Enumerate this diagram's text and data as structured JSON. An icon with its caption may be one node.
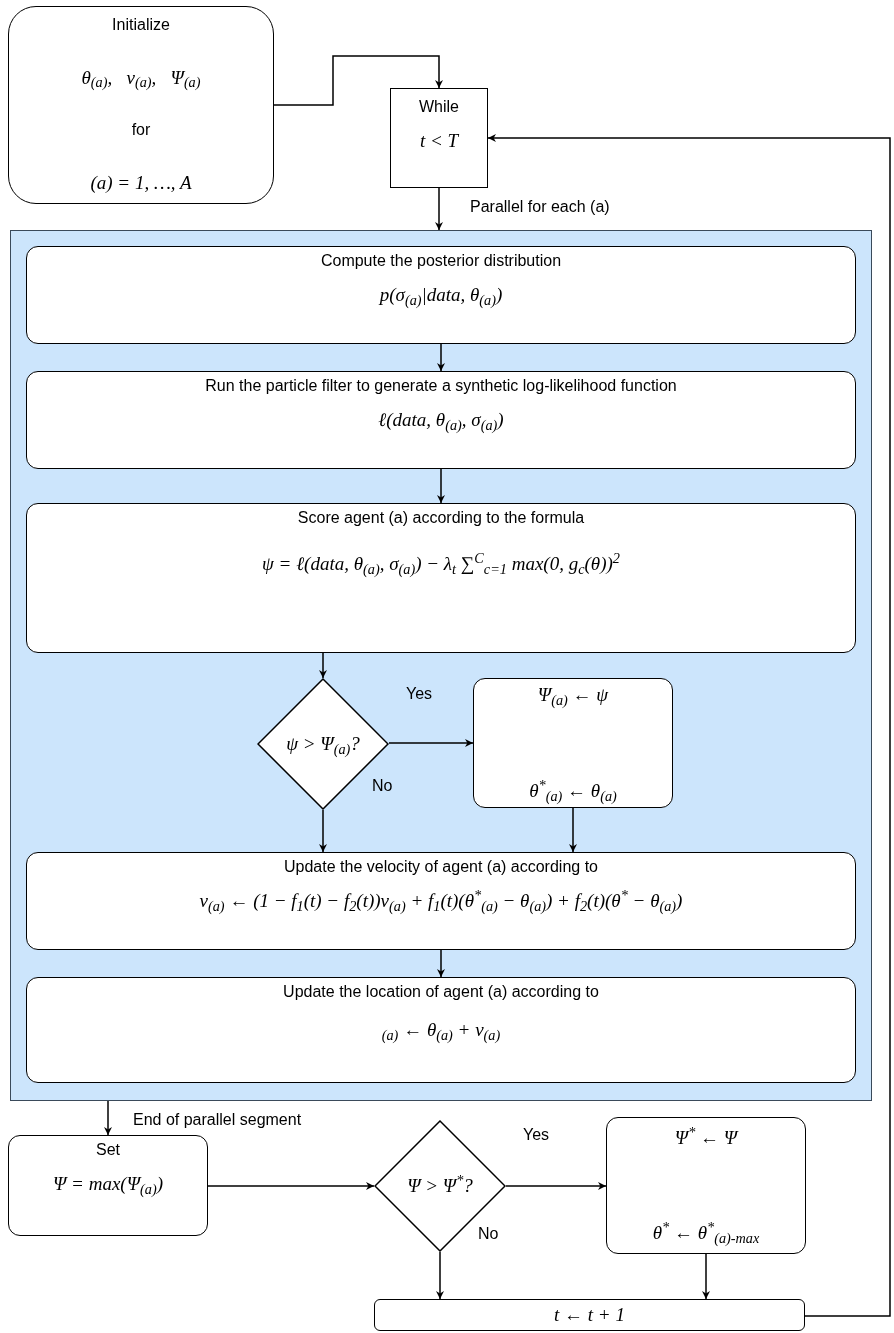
{
  "diagram": {
    "nodes": [
      {
        "text": [
          "Initialize",
          "θ$_{(a)}$,   v$_{(a)}$,   Ψ$_{(a)}$",
          "for",
          "(a) = 1, …, A"
        ]
      },
      {
        "text": [
          "While",
          "t < T"
        ]
      },
      {
        "text": [],
        "shape": "box"
      },
      {
        "text": [
          "Compute the posterior distribution",
          "p(σ$_{(a)}$|data, θ$_{(a)}$)"
        ],
        "in": 2
      },
      {
        "text": [
          "Run the particle filter to generate a synthetic log-likelihood function",
          "ℓ(data, θ$_{(a)}$, σ$_{(a)}$)"
        ],
        "in": 2
      },
      {
        "text": [
          "Score agent (a) according to the formula",
          "ψ = ℓ(data, θ$_{(a)}$, σ$_{(a)}$) − λ$_{t}$ ∑$^{C}$$_{c=1}$ max(0, g$_{c}$(θ))$^{2}$"
        ],
        "in": 2
      },
      {
        "text": [
          "ψ > Ψ$_{(a)}$?"
        ],
        "in": 2
      },
      {
        "text": [
          "Ψ$_{(a)}$ ← ψ",
          "θ$^{*}$$_{(a)}$ ← θ$_{(a)}$"
        ],
        "in": 2
      },
      {
        "text": [
          "Update the velocity of agent (a) according to",
          "v$_{(a)}$ ← (1 − f$_{1}$(t) − f$_{2}$(t))v$_{(a)}$ + f$_{1}$(t)(θ$^{*}$$_{(a)}$ − θ$_{(a)}$) + f$_{2}$(t)(θ$^{*}$ − θ$_{(a)}$)"
        ],
        "in": 2
      },
      {
        "text": [
          "Update the location of agent (a) according to",
          "$_{(a)}$ ← θ$_{(a)}$ + v$_{(a)}$"
        ],
        "in": 2
      },
      {
        "text": [
          "Set",
          "Ψ = max(Ψ$_{(a)}$)"
        ]
      },
      {
        "text": [
          "Ψ > Ψ$^{*}$?"
        ]
      },
      {
        "text": [
          "Ψ$^{*}$ ← Ψ",
          "θ$^{*}$ ← θ$^{*}$$_{(a)-max}$"
        ]
      },
      {
        "text": [
          "t ← t + 1"
        ]
      }
    ],
    "edges": [
      {
        "from": 0,
        "to": 1,
        "arrow": "to"
      },
      {
        "from": 13,
        "to": 1,
        "arrow": "to"
      },
      {
        "from": 1,
        "to": 2,
        "arrow": "to",
        "label": "Parallel for each (a)"
      },
      {
        "from": 3,
        "to": 4,
        "arrow": "to"
      },
      {
        "from": 4,
        "to": 5,
        "arrow": "to"
      },
      {
        "from": 5,
        "to": 6,
        "arrow": "to"
      },
      {
        "from": 6,
        "to": 7,
        "arrow": "to",
        "label": "Yes"
      },
      {
        "from": 6,
        "to": 8,
        "arrow": "to",
        "label": "No"
      },
      {
        "from": 7,
        "to": 8,
        "arrow": "to"
      },
      {
        "from": 8,
        "to": 9,
        "arrow": "to"
      },
      {
        "from": 2,
        "to": 10,
        "arrow": "to",
        "label": "End of parallel segment"
      },
      {
        "from": 10,
        "to": 11,
        "arrow": "to"
      },
      {
        "from": 11,
        "to": 12,
        "arrow": "to",
        "label": "Yes"
      },
      {
        "from": 11,
        "to": 13,
        "arrow": "to",
        "label": "No"
      },
      {
        "from": 12,
        "to": 13,
        "arrow": "to"
      }
    ]
  }
}
